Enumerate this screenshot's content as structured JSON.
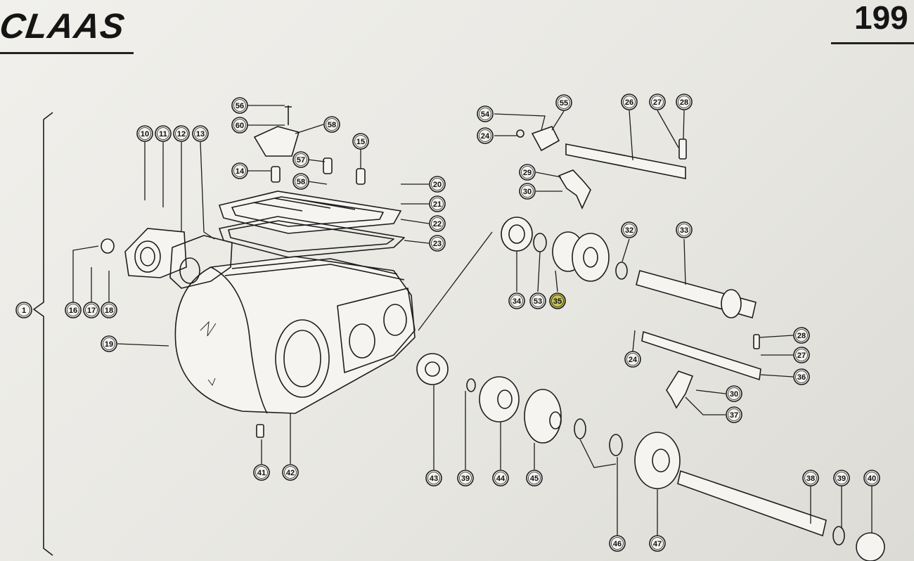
{
  "header": {
    "brand": "CLAAS",
    "page_number": "199"
  },
  "callouts": [
    {
      "id": "c-1",
      "label": "1"
    },
    {
      "id": "c-10",
      "label": "10"
    },
    {
      "id": "c-11",
      "label": "11"
    },
    {
      "id": "c-12",
      "label": "12"
    },
    {
      "id": "c-13",
      "label": "13"
    },
    {
      "id": "c-14",
      "label": "14"
    },
    {
      "id": "c-15",
      "label": "15"
    },
    {
      "id": "c-16",
      "label": "16"
    },
    {
      "id": "c-17",
      "label": "17"
    },
    {
      "id": "c-18",
      "label": "18"
    },
    {
      "id": "c-19",
      "label": "19"
    },
    {
      "id": "c-20",
      "label": "20"
    },
    {
      "id": "c-21",
      "label": "21"
    },
    {
      "id": "c-22",
      "label": "22"
    },
    {
      "id": "c-23",
      "label": "23"
    },
    {
      "id": "c-24a",
      "label": "24"
    },
    {
      "id": "c-24b",
      "label": "24"
    },
    {
      "id": "c-26",
      "label": "26"
    },
    {
      "id": "c-27a",
      "label": "27"
    },
    {
      "id": "c-27b",
      "label": "27"
    },
    {
      "id": "c-28a",
      "label": "28"
    },
    {
      "id": "c-28b",
      "label": "28"
    },
    {
      "id": "c-29",
      "label": "29"
    },
    {
      "id": "c-30a",
      "label": "30"
    },
    {
      "id": "c-30b",
      "label": "30"
    },
    {
      "id": "c-32",
      "label": "32"
    },
    {
      "id": "c-33",
      "label": "33"
    },
    {
      "id": "c-34",
      "label": "34"
    },
    {
      "id": "c-35",
      "label": "35"
    },
    {
      "id": "c-36",
      "label": "36"
    },
    {
      "id": "c-37",
      "label": "37"
    },
    {
      "id": "c-38",
      "label": "38"
    },
    {
      "id": "c-39a",
      "label": "39"
    },
    {
      "id": "c-39b",
      "label": "39"
    },
    {
      "id": "c-40",
      "label": "40"
    },
    {
      "id": "c-41",
      "label": "41"
    },
    {
      "id": "c-42",
      "label": "42"
    },
    {
      "id": "c-43",
      "label": "43"
    },
    {
      "id": "c-44",
      "label": "44"
    },
    {
      "id": "c-45",
      "label": "45"
    },
    {
      "id": "c-46",
      "label": "46"
    },
    {
      "id": "c-47",
      "label": "47"
    },
    {
      "id": "c-53",
      "label": "53"
    },
    {
      "id": "c-54",
      "label": "54"
    },
    {
      "id": "c-55",
      "label": "55"
    },
    {
      "id": "c-56",
      "label": "56"
    },
    {
      "id": "c-57",
      "label": "57"
    },
    {
      "id": "c-58a",
      "label": "58"
    },
    {
      "id": "c-58b",
      "label": "58"
    },
    {
      "id": "c-60",
      "label": "60"
    },
    {
      "id": "c-14b",
      "label": "14"
    }
  ],
  "colors": {
    "ink": "#1d1d1d",
    "paper": "#f1f0ec",
    "highlight": "#c7c25a"
  }
}
